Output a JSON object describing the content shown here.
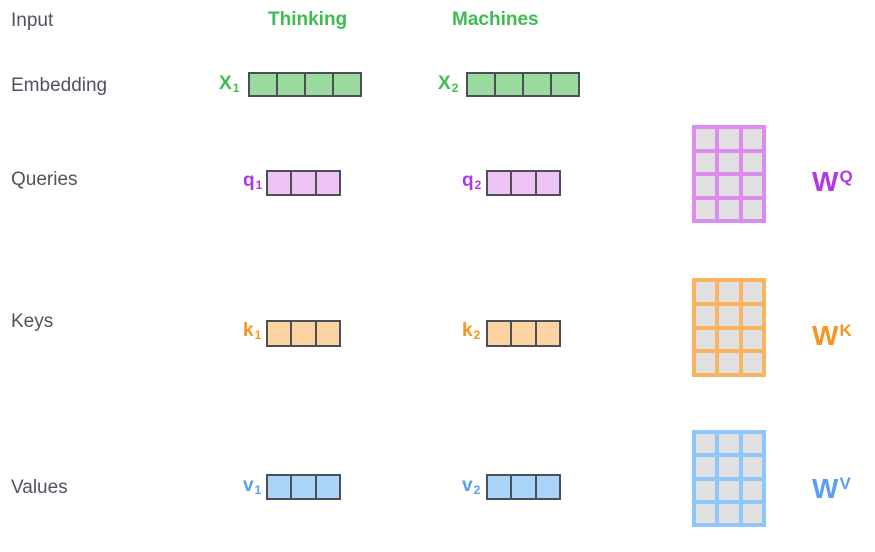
{
  "colors": {
    "green_text": "#3dbd4f",
    "green_fill": "#9cdba0",
    "purple_text": "#b138e4",
    "purple_fill": "#eec4f4",
    "purple_matrix_border": "#db8cee",
    "orange_text": "#f8941f",
    "orange_fill": "#fcd4a3",
    "orange_matrix_border": "#f8b460",
    "blue_text": "#5a9ff2",
    "blue_fill": "#aad4f8",
    "blue_matrix_border": "#90c7fa",
    "vector_border": "#4d4f57",
    "matrix_cell_fill": "#e0e0e0",
    "row_label_color": "#4e545d"
  },
  "row_labels": {
    "input": "Input",
    "embedding": "Embedding",
    "queries": "Queries",
    "keys": "Keys",
    "values": "Values"
  },
  "column_headers": {
    "col1": "Thinking",
    "col2": "Machines"
  },
  "vectors": {
    "x1": {
      "base": "X",
      "sub": "1",
      "cells": 4,
      "color": "green"
    },
    "x2": {
      "base": "X",
      "sub": "2",
      "cells": 4,
      "color": "green"
    },
    "q1": {
      "base": "q",
      "sub": "1",
      "cells": 3,
      "color": "purple"
    },
    "q2": {
      "base": "q",
      "sub": "2",
      "cells": 3,
      "color": "purple"
    },
    "k1": {
      "base": "k",
      "sub": "1",
      "cells": 3,
      "color": "orange"
    },
    "k2": {
      "base": "k",
      "sub": "2",
      "cells": 3,
      "color": "orange"
    },
    "v1": {
      "base": "v",
      "sub": "1",
      "cells": 3,
      "color": "blue"
    },
    "v2": {
      "base": "v",
      "sub": "2",
      "cells": 3,
      "color": "blue"
    }
  },
  "weight_matrices": {
    "wq": {
      "base": "W",
      "sup": "Q",
      "rows": 4,
      "cols": 3,
      "cell_count": 12,
      "color": "purple"
    },
    "wk": {
      "base": "W",
      "sup": "K",
      "rows": 4,
      "cols": 3,
      "cell_count": 12,
      "color": "orange"
    },
    "wv": {
      "base": "W",
      "sup": "V",
      "rows": 4,
      "cols": 3,
      "cell_count": 12,
      "color": "blue"
    }
  }
}
